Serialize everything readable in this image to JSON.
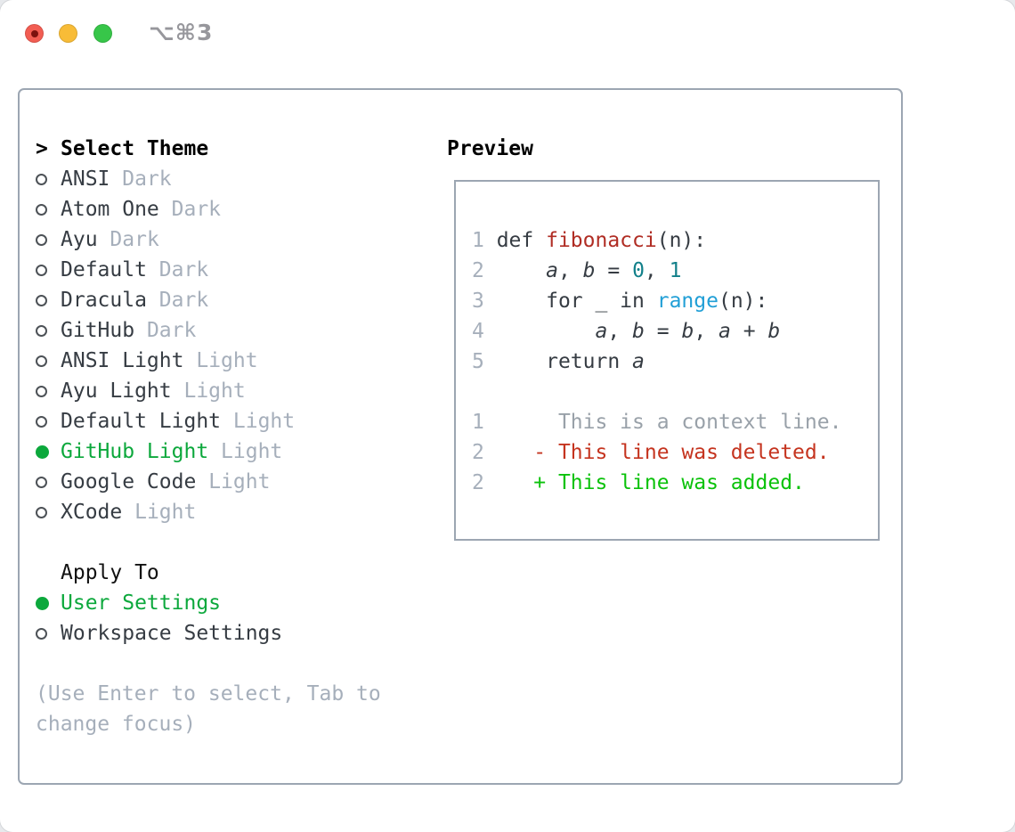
{
  "window": {
    "shortcut": "⌥⌘3",
    "traffic_lights": {
      "close_color": "#f25d52",
      "minimize_color": "#f8bc37",
      "zoom_color": "#37c649"
    }
  },
  "theme_picker": {
    "cursor": ">",
    "header": "Select Theme",
    "items": [
      {
        "name": "ANSI",
        "tag": "Dark",
        "selected": false
      },
      {
        "name": "Atom One",
        "tag": "Dark",
        "selected": false
      },
      {
        "name": "Ayu",
        "tag": "Dark",
        "selected": false
      },
      {
        "name": "Default",
        "tag": "Dark",
        "selected": false
      },
      {
        "name": "Dracula",
        "tag": "Dark",
        "selected": false
      },
      {
        "name": "GitHub",
        "tag": "Dark",
        "selected": false
      },
      {
        "name": "ANSI Light",
        "tag": "Light",
        "selected": false
      },
      {
        "name": "Ayu Light",
        "tag": "Light",
        "selected": false
      },
      {
        "name": "Default Light",
        "tag": "Light",
        "selected": false
      },
      {
        "name": "GitHub Light",
        "tag": "Light",
        "selected": true
      },
      {
        "name": "Google Code",
        "tag": "Light",
        "selected": false
      },
      {
        "name": "XCode",
        "tag": "Light",
        "selected": false
      }
    ],
    "apply_to": {
      "header": "Apply To",
      "options": [
        {
          "label": "User Settings",
          "selected": true
        },
        {
          "label": "Workspace Settings",
          "selected": false
        }
      ]
    },
    "hint": "(Use Enter to select, Tab to change focus)"
  },
  "preview": {
    "header": "Preview",
    "code_lines": [
      {
        "num": "1",
        "segments": [
          {
            "t": "def ",
            "c": "code"
          },
          {
            "t": "fibonacci",
            "c": "func"
          },
          {
            "t": "(n):",
            "c": "code"
          }
        ]
      },
      {
        "num": "2",
        "segments": [
          {
            "t": "    ",
            "c": "code"
          },
          {
            "t": "a",
            "c": "var"
          },
          {
            "t": ", ",
            "c": "code"
          },
          {
            "t": "b",
            "c": "var"
          },
          {
            "t": " = ",
            "c": "code"
          },
          {
            "t": "0",
            "c": "num"
          },
          {
            "t": ", ",
            "c": "code"
          },
          {
            "t": "1",
            "c": "num"
          }
        ]
      },
      {
        "num": "3",
        "segments": [
          {
            "t": "    for _ in ",
            "c": "code"
          },
          {
            "t": "range",
            "c": "builtin"
          },
          {
            "t": "(n):",
            "c": "code"
          }
        ]
      },
      {
        "num": "4",
        "segments": [
          {
            "t": "        ",
            "c": "code"
          },
          {
            "t": "a",
            "c": "var"
          },
          {
            "t": ", ",
            "c": "code"
          },
          {
            "t": "b",
            "c": "var"
          },
          {
            "t": " = ",
            "c": "code"
          },
          {
            "t": "b",
            "c": "var"
          },
          {
            "t": ", ",
            "c": "code"
          },
          {
            "t": "a",
            "c": "var"
          },
          {
            "t": " + ",
            "c": "code"
          },
          {
            "t": "b",
            "c": "var"
          }
        ]
      },
      {
        "num": "5",
        "segments": [
          {
            "t": "    return ",
            "c": "code"
          },
          {
            "t": "a",
            "c": "var"
          }
        ]
      }
    ],
    "diff_lines": [
      {
        "num": "1",
        "marker": "",
        "text": "This is a context line.",
        "kind": "context"
      },
      {
        "num": "2",
        "marker": "-",
        "text": "This line was deleted.",
        "kind": "deleted"
      },
      {
        "num": "2",
        "marker": "+",
        "text": "This line was added.",
        "kind": "added"
      }
    ]
  },
  "colors": {
    "accent_green": "#0ca83c",
    "added_green": "#0bc20b",
    "deleted_red": "#c5341f",
    "function_red": "#b02d24",
    "number_teal": "#12808a",
    "builtin_blue": "#219fd6",
    "text_dark": "#363c43",
    "muted_gray": "#a6afbb",
    "panel_border": "#9ca6b2"
  }
}
